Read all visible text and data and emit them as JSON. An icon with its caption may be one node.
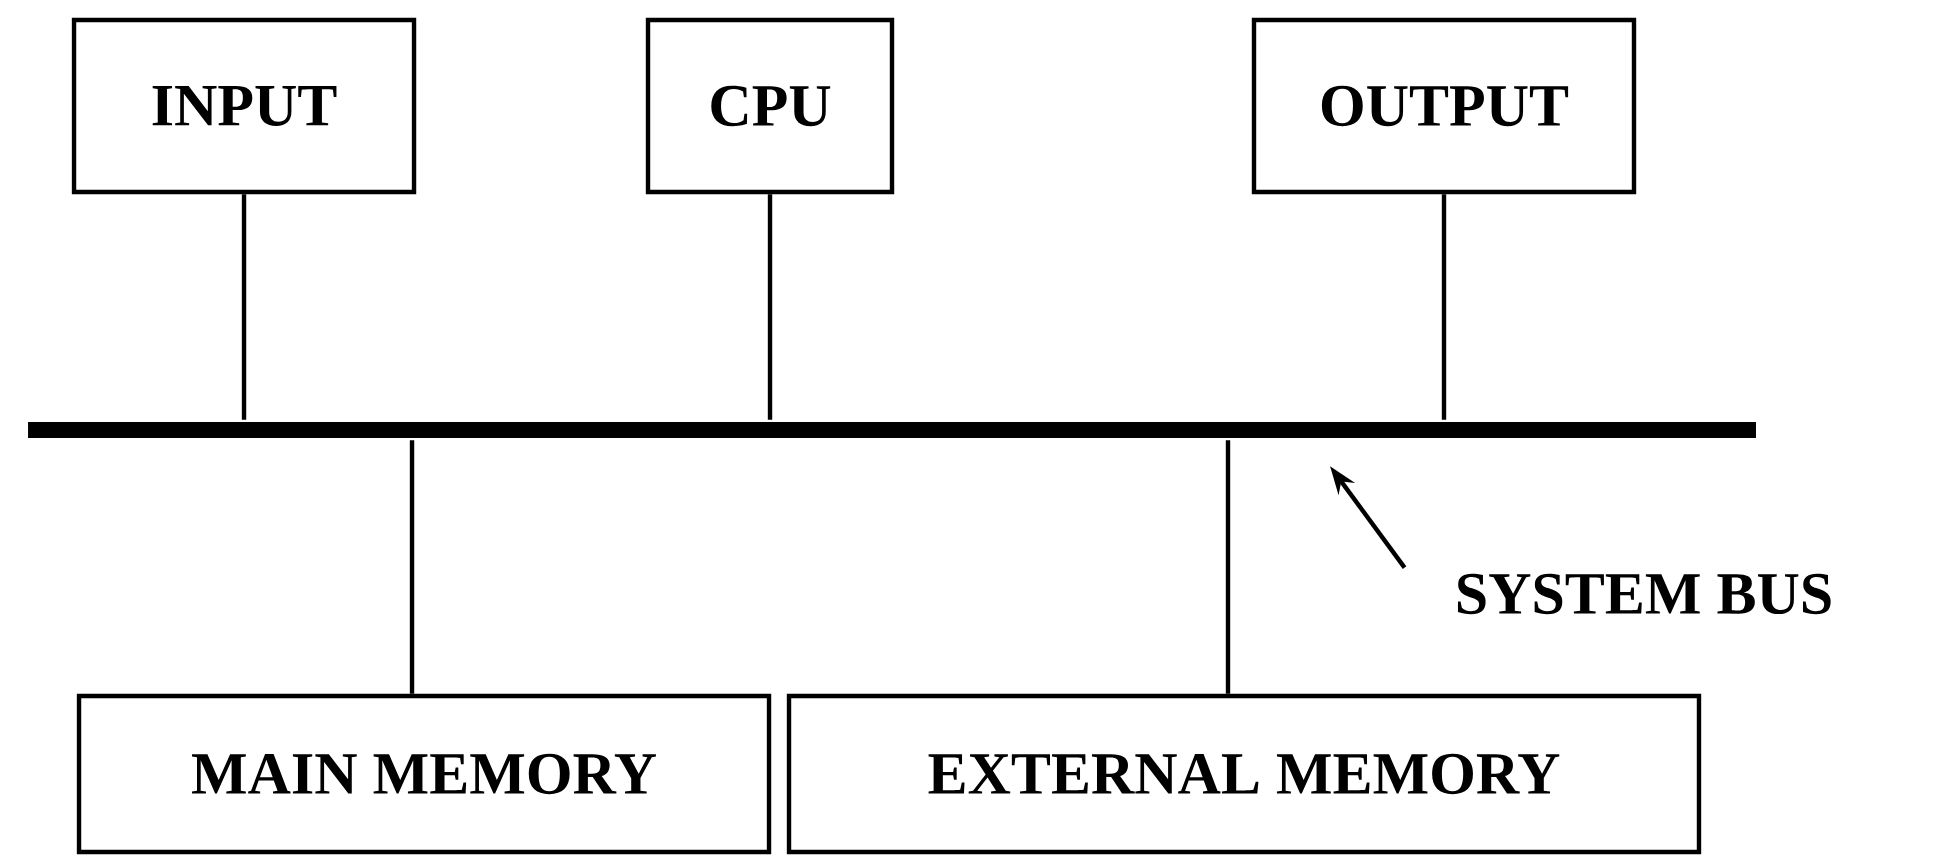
{
  "diagram": {
    "nodes": [
      {
        "text": [
          "INPUT"
        ]
      },
      {
        "text": [
          "CPU"
        ]
      },
      {
        "text": [
          "OUTPUT"
        ]
      },
      {
        "text": [],
        "shape": "bar"
      },
      {
        "text": [
          "SYSTEM BUS"
        ]
      },
      {
        "text": [
          "MAIN MEMORY"
        ]
      },
      {
        "text": [
          "EXTERNAL MEMORY"
        ]
      }
    ],
    "edges": [
      {
        "from": 0,
        "to": 3,
        "arrow": "none"
      },
      {
        "from": 1,
        "to": 3,
        "arrow": "none"
      },
      {
        "from": 2,
        "to": 3,
        "arrow": "none"
      },
      {
        "from": 3,
        "to": 5,
        "arrow": "none"
      },
      {
        "from": 3,
        "to": 6,
        "arrow": "none"
      },
      {
        "from": 4,
        "to": 3,
        "arrow": "to"
      }
    ]
  }
}
